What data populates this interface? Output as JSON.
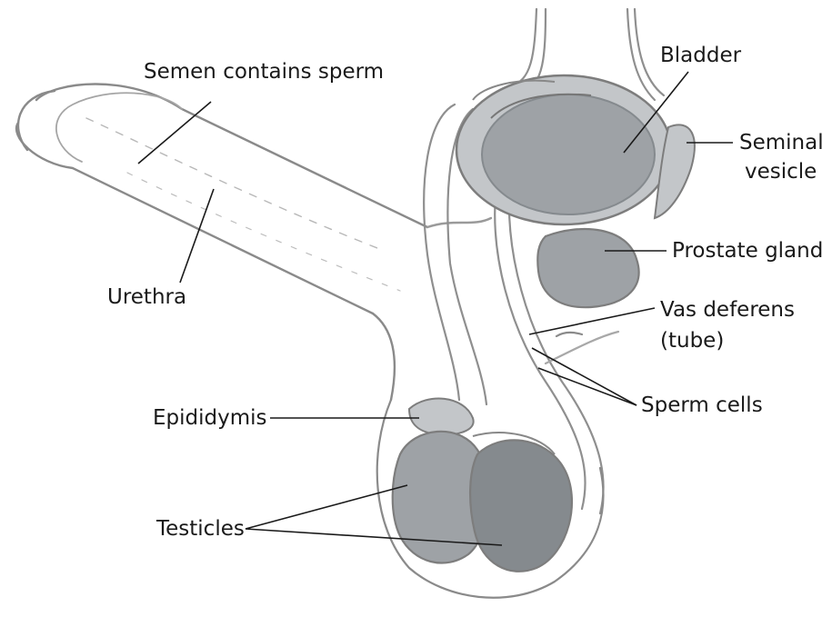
{
  "colors": {
    "outline": "#7d7d7d",
    "organ_fill": "#9ea2a6",
    "organ_dark": "#858a8e",
    "organ_light": "#c3c6c9",
    "label_text": "#1a1a1a"
  },
  "labels": {
    "semen": "Semen contains sperm",
    "bladder": "Bladder",
    "seminal_vesicle_1": "Seminal",
    "seminal_vesicle_2": "vesicle",
    "prostate": "Prostate gland",
    "urethra": "Urethra",
    "vas_deferens_1": "Vas deferens",
    "vas_deferens_2": "(tube)",
    "sperm_cells": "Sperm cells",
    "epididymis": "Epididymis",
    "testicles": "Testicles"
  }
}
